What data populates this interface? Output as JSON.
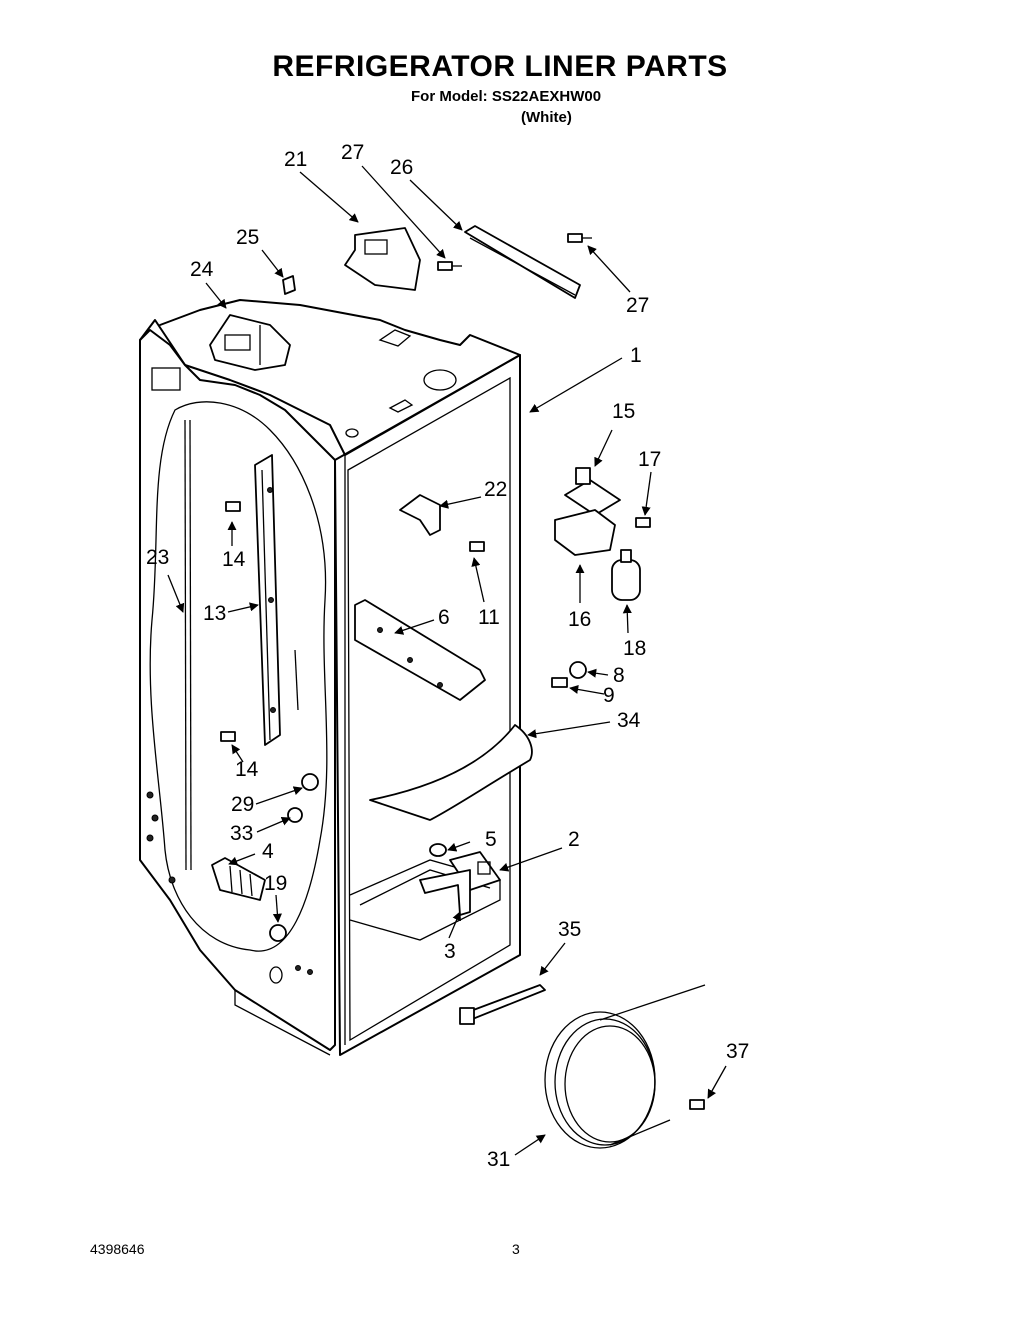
{
  "header": {
    "title": "REFRIGERATOR LINER PARTS",
    "model_line": "For Model: SS22AEXHW00",
    "color_line": "(White)"
  },
  "footer": {
    "doc_number": "4398646",
    "page_number": "3"
  },
  "callouts": {
    "c1": "1",
    "c2": "2",
    "c3": "3",
    "c4": "4",
    "c5": "5",
    "c6": "6",
    "c8": "8",
    "c9": "9",
    "c11": "11",
    "c13": "13",
    "c14a": "14",
    "c14b": "14",
    "c15": "15",
    "c16": "16",
    "c17": "17",
    "c18": "18",
    "c19": "19",
    "c21": "21",
    "c22": "22",
    "c23": "23",
    "c24": "24",
    "c25": "25",
    "c26": "26",
    "c27a": "27",
    "c27b": "27",
    "c29": "29",
    "c31": "31",
    "c33": "33",
    "c34": "34",
    "c35": "35",
    "c37": "37"
  }
}
